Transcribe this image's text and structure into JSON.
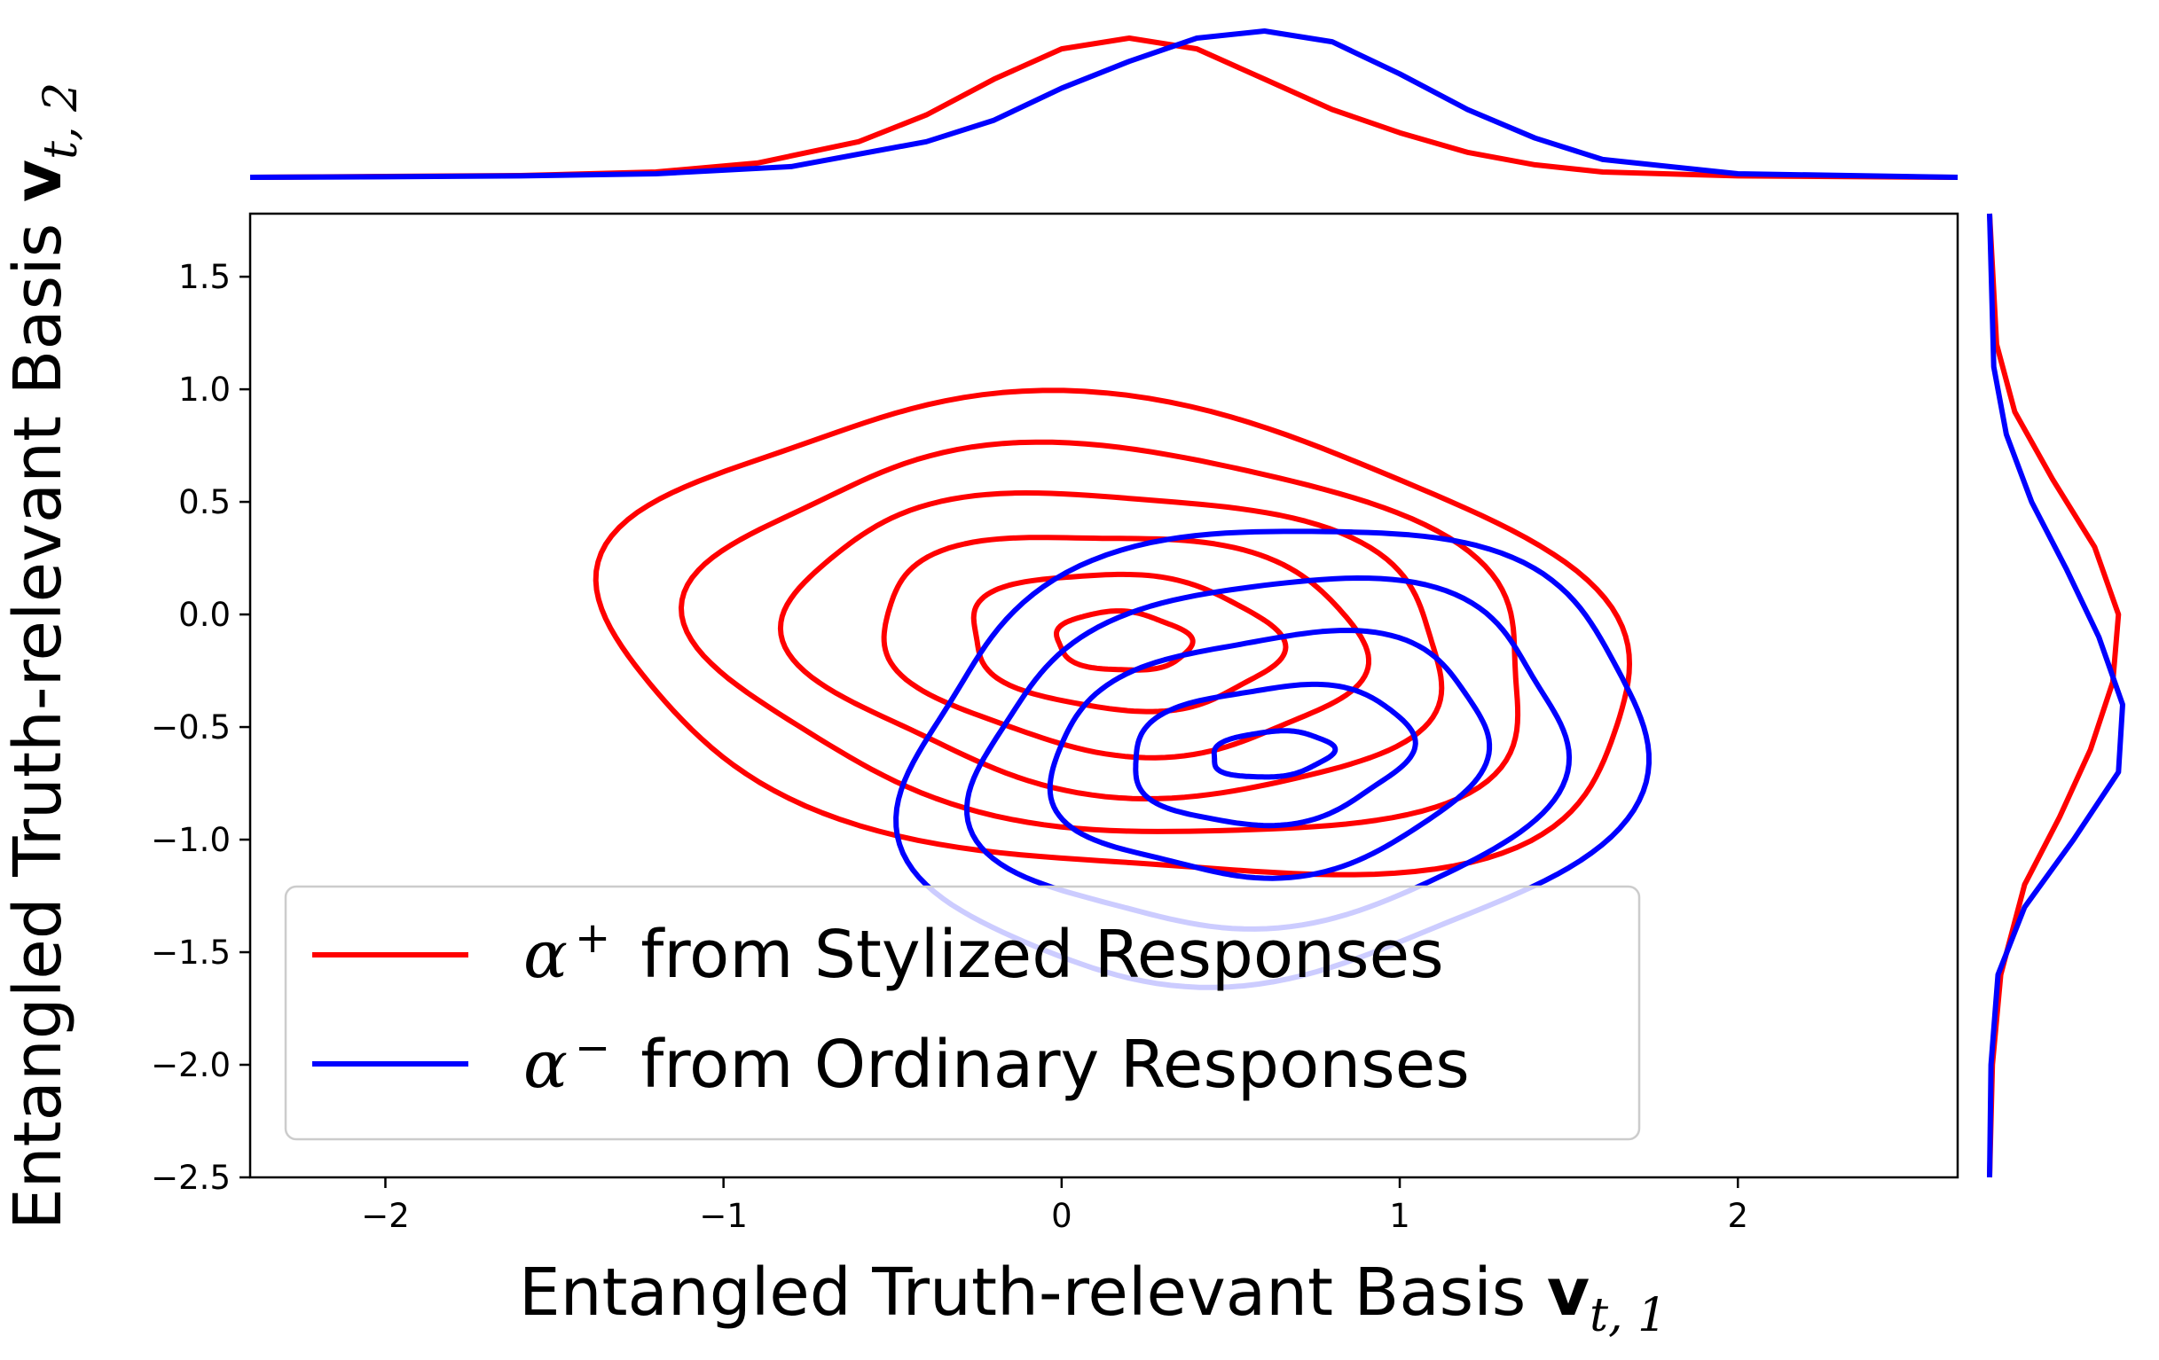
{
  "chart_data": {
    "type": "contour",
    "subtype": "joint-kde-with-marginals",
    "xlabel": "Entangled Truth-relevant Basis ",
    "xlabel_symbol": "v",
    "xlabel_sub": "t, 1",
    "ylabel": "Entangled Truth-relevant Basis ",
    "ylabel_symbol": "v",
    "ylabel_sub": "t, 2",
    "xlim": [
      -2.4,
      2.65
    ],
    "ylim": [
      -2.5,
      1.78
    ],
    "xticks": [
      -2,
      -1,
      0,
      1,
      2
    ],
    "xtick_labels": [
      "−2",
      "−1",
      "0",
      "1",
      "2"
    ],
    "yticks": [
      1.5,
      1.0,
      0.5,
      0.0,
      -0.5,
      -1.0,
      -1.5,
      -2.0,
      -2.5
    ],
    "ytick_labels": [
      "1.5",
      "1.0",
      "0.5",
      "0.0",
      "−0.5",
      "−1.0",
      "−1.5",
      "−2.0",
      "−2.5"
    ],
    "legend_position": "lower-left",
    "series": [
      {
        "name": "from Stylized Responses",
        "symbol": "α",
        "superscript": "+",
        "color": "#ff0000",
        "contour_center": [
          0.18,
          -0.12
        ],
        "contour_radii_x": [
          0.2,
          0.46,
          0.72,
          0.98,
          1.25,
          1.55
        ],
        "contour_radii_y": [
          0.13,
          0.3,
          0.48,
          0.66,
          0.84,
          1.02
        ],
        "contour_tilt": [
          -0.1,
          -0.13,
          -0.16,
          -0.19,
          -0.22,
          -0.25
        ],
        "marginal_x": {
          "x": [
            -2.4,
            -2.0,
            -1.6,
            -1.2,
            -0.9,
            -0.6,
            -0.4,
            -0.2,
            0.0,
            0.2,
            0.4,
            0.6,
            0.8,
            1.0,
            1.2,
            1.4,
            1.6,
            2.0,
            2.65
          ],
          "density": [
            0.0,
            0.005,
            0.01,
            0.03,
            0.08,
            0.2,
            0.35,
            0.55,
            0.72,
            0.78,
            0.72,
            0.55,
            0.38,
            0.25,
            0.14,
            0.07,
            0.03,
            0.008,
            0.0
          ]
        },
        "marginal_y": {
          "y": [
            -2.5,
            -2.0,
            -1.6,
            -1.2,
            -0.9,
            -0.6,
            -0.3,
            0.0,
            0.3,
            0.6,
            0.9,
            1.2,
            1.78
          ],
          "density": [
            0.0,
            0.02,
            0.08,
            0.25,
            0.5,
            0.72,
            0.88,
            0.92,
            0.75,
            0.45,
            0.18,
            0.05,
            0.0
          ]
        }
      },
      {
        "name": "from Ordinary Responses",
        "symbol": "α",
        "superscript": "−",
        "color": "#0000ff",
        "contour_center": [
          0.62,
          -0.62
        ],
        "contour_radii_x": [
          0.18,
          0.42,
          0.66,
          0.9,
          1.14
        ],
        "contour_radii_y": [
          0.1,
          0.3,
          0.52,
          0.74,
          0.96
        ],
        "contour_tilt": [
          0.15,
          0.25,
          0.35,
          0.45,
          0.55
        ],
        "marginal_x": {
          "x": [
            -2.4,
            -2.0,
            -1.6,
            -1.2,
            -0.8,
            -0.4,
            -0.2,
            0.0,
            0.2,
            0.4,
            0.6,
            0.8,
            1.0,
            1.2,
            1.4,
            1.6,
            2.0,
            2.65
          ],
          "density": [
            0.0,
            0.003,
            0.008,
            0.02,
            0.06,
            0.2,
            0.32,
            0.5,
            0.65,
            0.78,
            0.82,
            0.76,
            0.58,
            0.38,
            0.22,
            0.1,
            0.02,
            0.0
          ]
        },
        "marginal_y": {
          "y": [
            -2.5,
            -2.0,
            -1.6,
            -1.3,
            -1.0,
            -0.7,
            -0.4,
            -0.1,
            0.2,
            0.5,
            0.8,
            1.1,
            1.78
          ],
          "density": [
            0.0,
            0.01,
            0.06,
            0.25,
            0.6,
            0.92,
            0.95,
            0.78,
            0.55,
            0.3,
            0.12,
            0.03,
            0.0
          ]
        }
      }
    ]
  }
}
